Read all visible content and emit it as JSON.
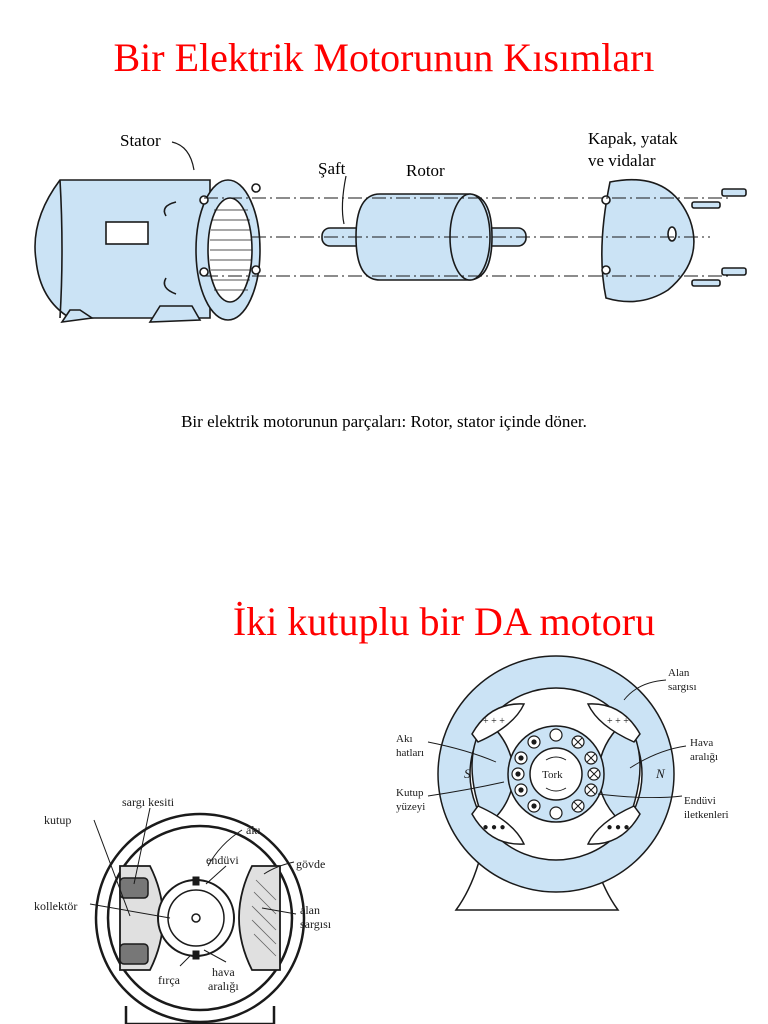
{
  "page": {
    "title_1": "Bir Elektrik Motorunun Kısımları",
    "caption": "Bir elektrik motorunun parçaları: Rotor, stator içinde döner.",
    "title_2": "İki kutuplu bir DA motoru"
  },
  "exploded_view": {
    "labels": {
      "stator": "Stator",
      "shaft": "Şaft",
      "rotor": "Rotor",
      "cover_line1": "Kapak, yatak",
      "cover_line2": "ve vidalar"
    }
  },
  "dc_motor_right": {
    "labels": {
      "field_winding_1": "Alan",
      "field_winding_2": "sargısı",
      "flux_1": "Akı",
      "flux_2": "hatları",
      "air_gap_1": "Hava",
      "air_gap_2": "aralığı",
      "pole_face_1": "Kutup",
      "pole_face_2": "yüzeyi",
      "armature_cond_1": "Endüvi",
      "armature_cond_2": "iletkenleri",
      "south": "S",
      "north": "N",
      "torque": "Tork"
    }
  },
  "dc_motor_left": {
    "labels": {
      "coil_section": "sargı kesiti",
      "pole": "kutup",
      "flux": "akı",
      "armature": "endüvi",
      "frame": "gövde",
      "commutator": "kollektör",
      "field_winding_1": "alan",
      "field_winding_2": "sargısı",
      "brush": "fırça",
      "air_gap_1": "hava",
      "air_gap_2": "aralığı"
    }
  },
  "colors": {
    "title": "#ff0000",
    "motor_fill": "#cbe3f5",
    "motor_fill_dark": "#a9cdea",
    "outline": "#1a1a1a"
  }
}
